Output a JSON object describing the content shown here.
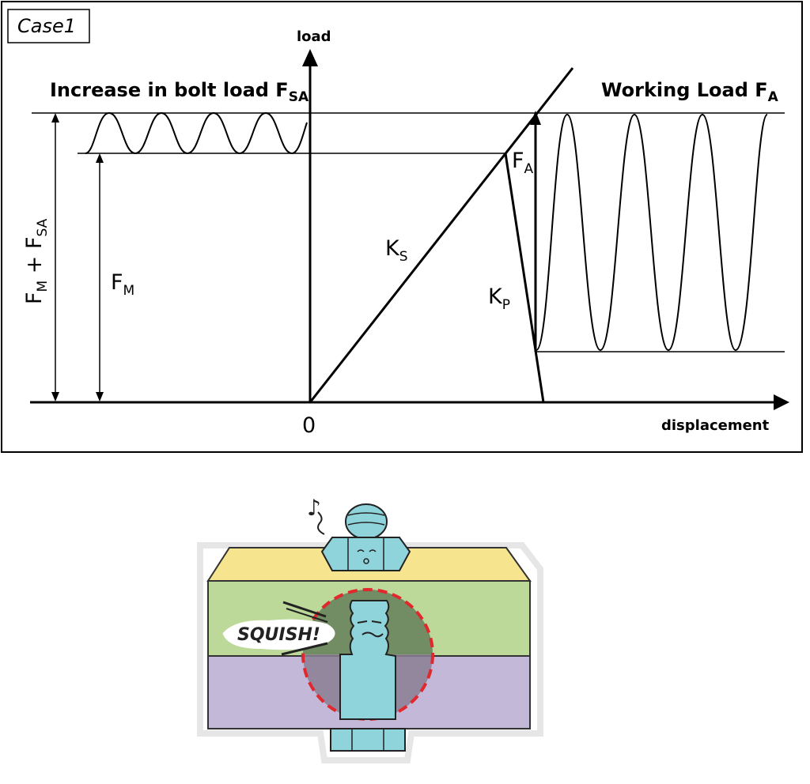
{
  "case_label": "Case1",
  "axes": {
    "y_label": "load",
    "x_label": "displacement",
    "origin_label": "0"
  },
  "labels": {
    "left_title": {
      "main": "Increase in bolt load F",
      "sub": "SA"
    },
    "right_title": {
      "main": "Working Load F",
      "sub": "A"
    },
    "total_load": {
      "f1": "F",
      "s1": "M",
      "plus": " + F",
      "s2": "SA"
    },
    "preload": {
      "main": "F",
      "sub": "M"
    },
    "bolt_stiffness": {
      "main": "K",
      "sub": "S"
    },
    "plate_stiffness": {
      "main": "K",
      "sub": "P"
    },
    "working_load": {
      "main": "F",
      "sub": "A"
    }
  },
  "illustration": {
    "sound_text": "SQUISH!",
    "music_note": "♪",
    "colors": {
      "top_plate": "#f6e48e",
      "middle_plate": "#bcd99a",
      "bottom_plate": "#c4b8d9",
      "bolt": "#8fd3db",
      "highlight_ring": "#e0282d",
      "shadow": "#7a6a8a"
    }
  }
}
